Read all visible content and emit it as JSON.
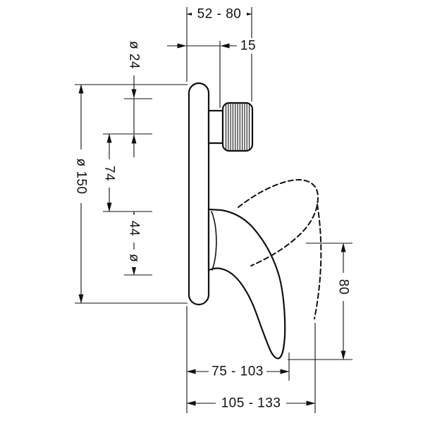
{
  "colors": {
    "line": "#111111",
    "background": "#ffffff"
  },
  "dimensions": {
    "d52_80": "52 - 80",
    "d15": "15",
    "d24": "ø 24",
    "d150": "ø 150",
    "d74": "74",
    "d44": "44",
    "d44_symbol": "ø",
    "d80": "80",
    "d75_103": "75 - 103",
    "d105_133": "105 - 133"
  }
}
